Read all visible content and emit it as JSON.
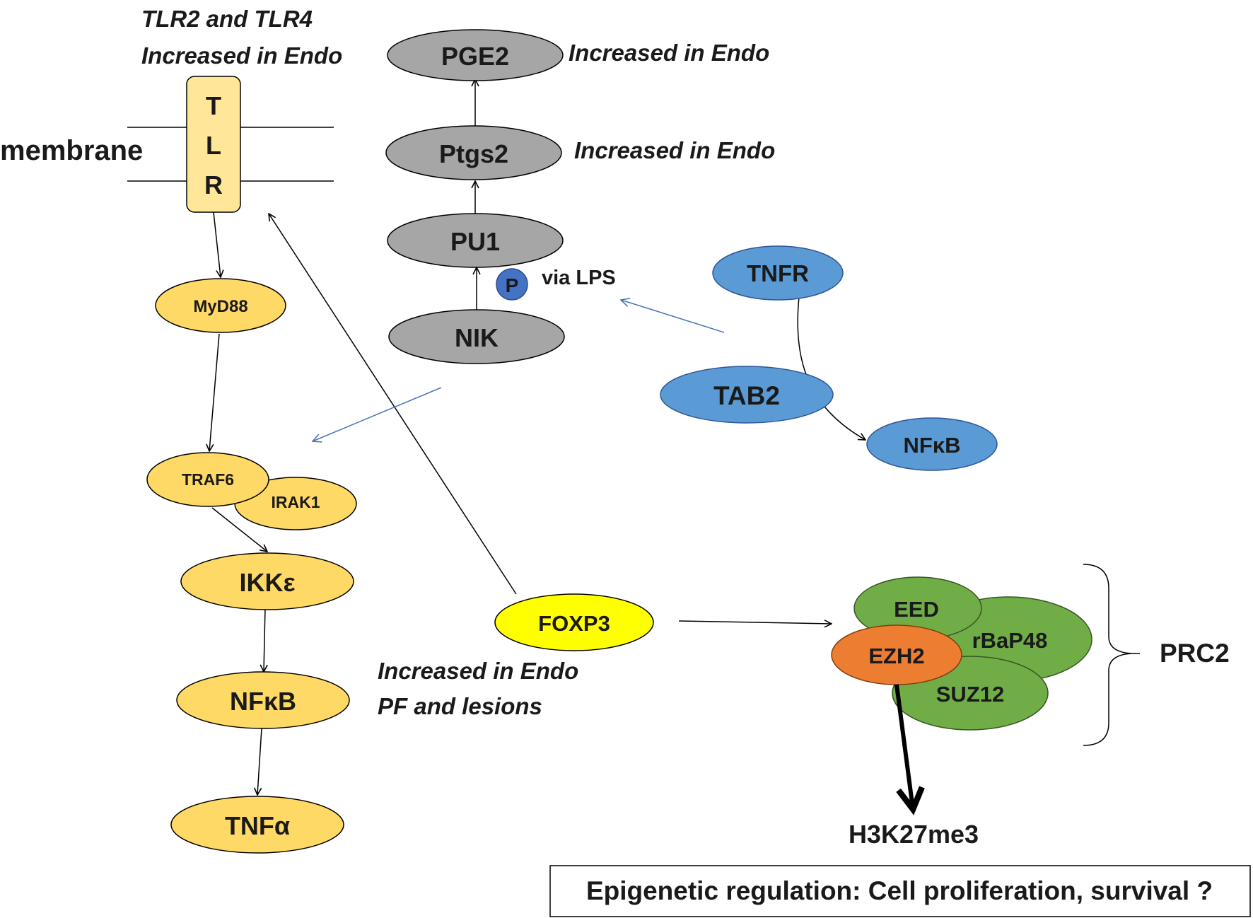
{
  "colors": {
    "grey": "#a6a6a6",
    "yellow_node": "#ffd966",
    "yellow_bright": "#ffff00",
    "blue": "#5b9bd5",
    "green": "#70ad47",
    "orange": "#ed7d31",
    "phospho": "#4472c4",
    "tlr_fill": "#ffe699",
    "arrow_blue": "#4a76b8"
  },
  "membrane": {
    "label": "membrane",
    "tlr": {
      "letters": [
        "T",
        "L",
        "R"
      ]
    }
  },
  "notes": {
    "tlr_line1": "TLR2 and TLR4",
    "tlr_line2": "Increased in Endo",
    "pge2": "Increased in Endo",
    "ptgs2": "Increased in Endo",
    "foxp3_line1": "Increased in Endo",
    "foxp3_line2": "PF and lesions",
    "via_lps": "via LPS"
  },
  "nodes": {
    "pge2": "PGE2",
    "ptgs2": "Ptgs2",
    "pu1": "PU1",
    "nik": "NIK",
    "phospho": "P",
    "myd88": "MyD88",
    "traf6": "TRAF6",
    "irak1": "IRAK1",
    "ikke": "IKKε",
    "nfkb_left": "NFκB",
    "tnfa": "TNFα",
    "tnfr": "TNFR",
    "tab2": "TAB2",
    "nfkb_right": "NFκB",
    "foxp3": "FOXP3",
    "eed": "EED",
    "rbap48": "rBaP48",
    "ezh2": "EZH2",
    "suz12": "SUZ12"
  },
  "prc2": "PRC2",
  "h3k27me3": "H3K27me3",
  "conclusion": "Epigenetic regulation: Cell proliferation, survival ?"
}
